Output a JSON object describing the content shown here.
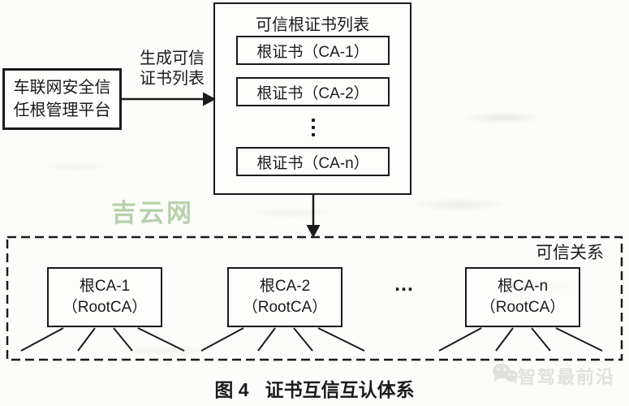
{
  "diagram": {
    "platform_box": {
      "line1": "车联网安全信",
      "line2": "任根管理平台"
    },
    "arrow_label": {
      "line1": "生成可信",
      "line2": "证书列表"
    },
    "cert_list": {
      "title": "可信根证书列表",
      "items": [
        "根证书（CA-1）",
        "根证书（CA-2）",
        "根证书（CA-n）"
      ],
      "ellipsis": "⋮"
    },
    "trust_zone": {
      "label": "可信关系",
      "nodes": [
        {
          "line1": "根CA-1",
          "line2": "（RootCA）"
        },
        {
          "line1": "根CA-2",
          "line2": "（RootCA）"
        },
        {
          "line1": "根CA-n",
          "line2": "（RootCA）"
        }
      ],
      "ellipsis": "..."
    },
    "caption": {
      "prefix": "图 4",
      "text": "证书互信互认体系"
    }
  },
  "watermarks": {
    "green": "吉云网",
    "gray": "智驾最前沿"
  },
  "colors": {
    "ink": "#1b1b1b",
    "green": "#b6d1aa",
    "gray": "#e1e0dc",
    "paper": "#fcfcfa"
  }
}
